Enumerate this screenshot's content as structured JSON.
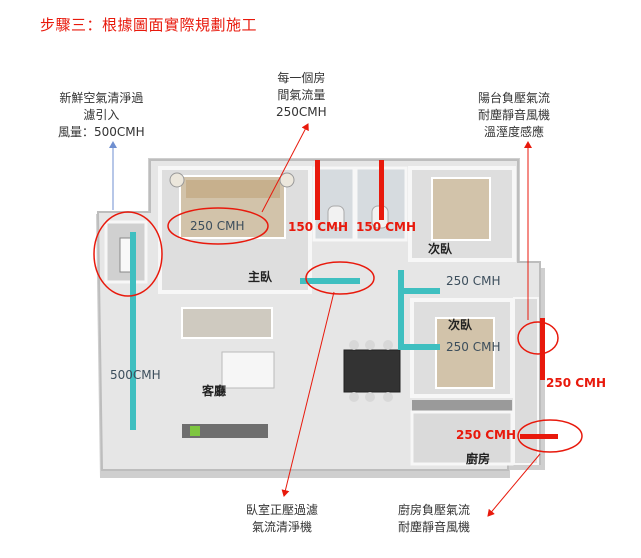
{
  "title": "步驟三：根據圖面實際規劃施工",
  "notes": {
    "fresh_air": [
      "新鮮空氣清淨過",
      "濾引入",
      "風量：500CMH"
    ],
    "per_room": [
      "每一個房",
      "間氣流量",
      "250CMH"
    ],
    "balcony": [
      "陽台負壓氣流",
      "耐塵靜音風機",
      "溫溼度感應"
    ],
    "bedroom_purifier": [
      "臥室正壓過濾",
      "氣流清淨機"
    ],
    "kitchen": [
      "廚房負壓氣流",
      "耐塵靜音風機"
    ]
  },
  "rooms": {
    "master": "主臥",
    "second1": "次臥",
    "second2": "次臥",
    "living": "客廳",
    "kitchen": "廚房"
  },
  "flows": {
    "master_bed": "250 CMH",
    "bath1": "150 CMH",
    "bath2": "150 CMH",
    "second_top": "250 CMH",
    "second_bottom": "250 CMH",
    "main_duct": "500CMH",
    "balcony": "250 CMH",
    "kitchen": "250 CMH"
  },
  "colors": {
    "red": "#e8190c",
    "blue": "#6f8fd0",
    "duct": "#3fbfc0",
    "floor": "#e3e3e3",
    "wall": "#f4f4f4"
  }
}
